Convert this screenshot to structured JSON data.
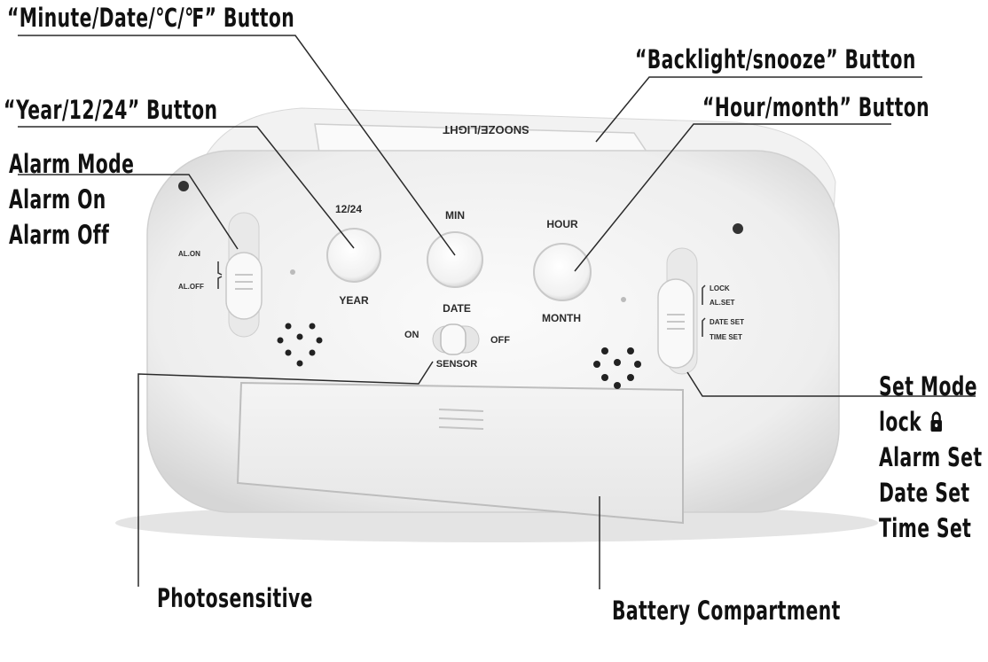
{
  "callouts": {
    "minute_button": "“Minute/Date/℃/℉” Button",
    "year_button": "“Year/12/24” Button",
    "alarm_mode": {
      "title": "Alarm Mode",
      "on": "Alarm On",
      "off": "Alarm Off"
    },
    "backlight_button": "“Backlight/snooze” Button",
    "hour_button": "“Hour/month” Button",
    "set_mode": {
      "title": "Set Mode",
      "lock": "lock",
      "alarm_set": "Alarm Set",
      "date_set": "Date Set",
      "time_set": "Time Set"
    },
    "photosensitive": "Photosensitive",
    "battery": "Battery Compartment"
  },
  "clock_labels": {
    "snooze_light": "SNOOZE/LIGHT",
    "label_12_24": "12/24",
    "year": "YEAR",
    "min": "MIN",
    "date": "DATE",
    "hour": "HOUR",
    "month": "MONTH",
    "al_on": "AL.ON",
    "al_off": "AL.OFF",
    "lock": "LOCK",
    "al_set": "AL.SET",
    "date_set": "DATE SET",
    "time_set": "TIME SET",
    "on": "ON",
    "off": "OFF",
    "sensor": "SENSOR"
  },
  "icons": {
    "lock": "padlock-icon"
  }
}
